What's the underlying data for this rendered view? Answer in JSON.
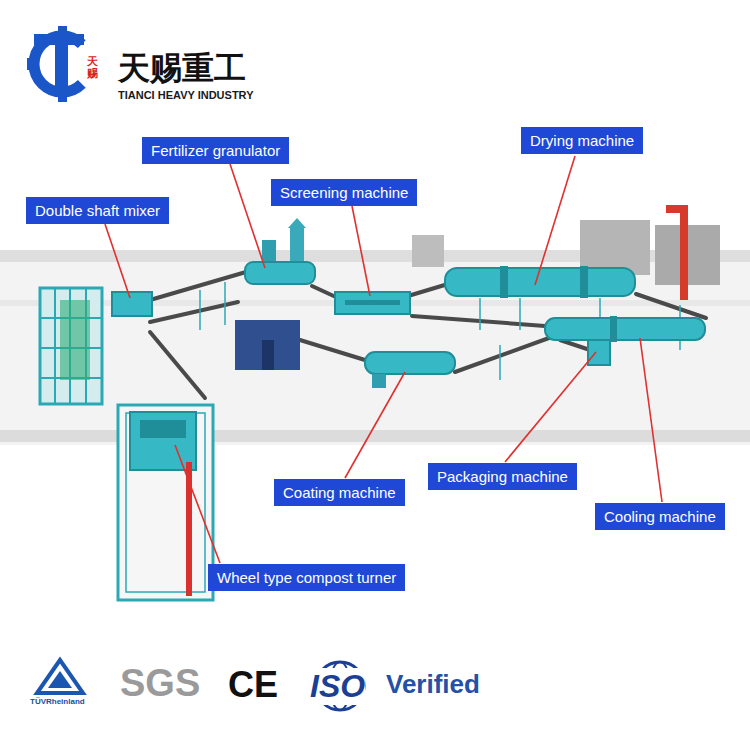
{
  "diagram": {
    "nodes": [
      {
        "text": [
          "Drying machine"
        ]
      },
      {
        "text": [
          "Fertilizer granulator"
        ]
      },
      {
        "text": [
          "Screening machine"
        ]
      },
      {
        "text": [
          "Double shaft mixer"
        ]
      },
      {
        "text": [
          "Packaging machine"
        ]
      },
      {
        "text": [
          "Coating machine"
        ]
      },
      {
        "text": [
          "Cooling machine"
        ]
      },
      {
        "text": [
          "Wheel type compost turner"
        ]
      }
    ],
    "labels": [
      "天赐重工",
      "TIANCI HEAVY INDUSTRY",
      "天赐",
      "TÜVRheinland",
      "SGS",
      "CE",
      "ISO",
      "Verified"
    ]
  }
}
